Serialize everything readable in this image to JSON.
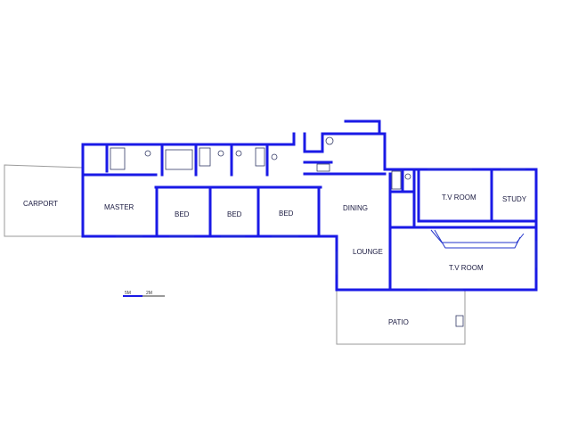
{
  "rooms": {
    "carport": "CARPORT",
    "master": "MASTER",
    "bed1": "BED",
    "bed2": "BED",
    "bed3": "BED",
    "dining": "DINING",
    "lounge": "LOUNGE",
    "tv_room_top": "T.V ROOM",
    "study": "STUDY",
    "tv_room_main": "T.V ROOM",
    "patio": "PATIO"
  },
  "scale_bar": {
    "label_start": "5M",
    "label_end": "2M"
  },
  "colors": {
    "wall": "#1a1ae6",
    "outline": "#9a9a9a",
    "text": "#1a1a40"
  }
}
